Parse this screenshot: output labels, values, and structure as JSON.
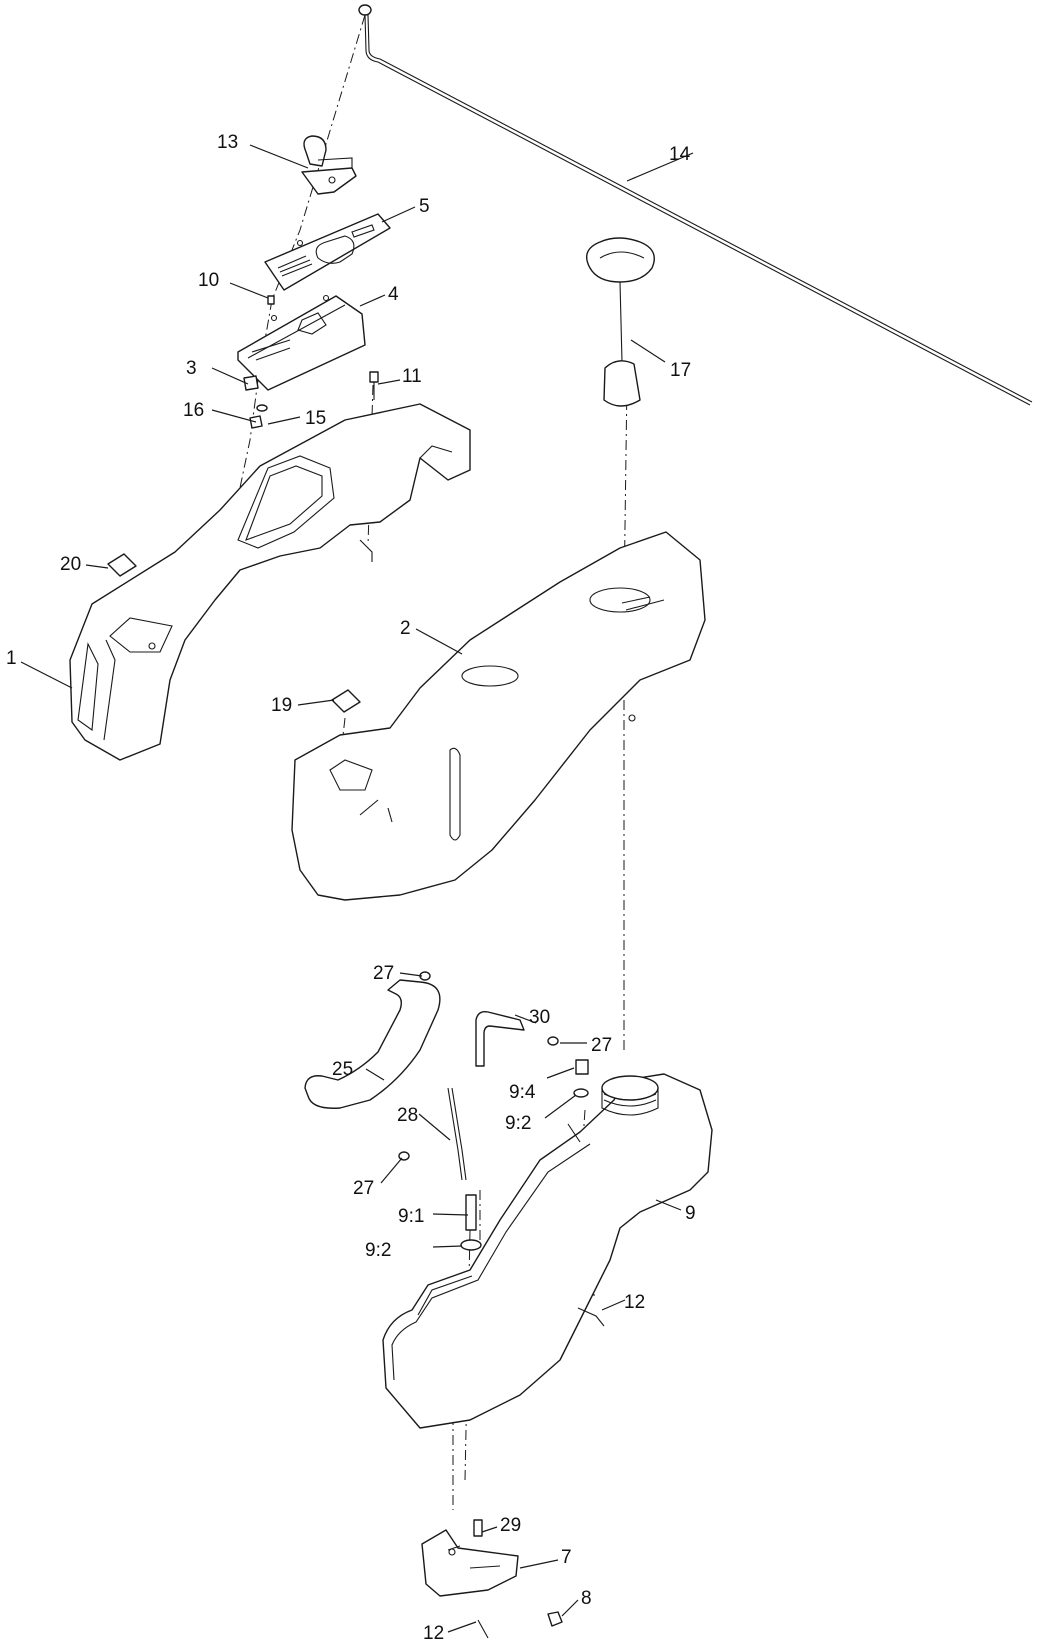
{
  "callouts": {
    "c1": "1",
    "c2": "2",
    "c3": "3",
    "c4": "4",
    "c5": "5",
    "c7": "7",
    "c8": "8",
    "c9": "9",
    "c9_1": "9:1",
    "c9_2a": "9:2",
    "c9_2b": "9:2",
    "c9_4": "9:4",
    "c10": "10",
    "c11": "11",
    "c12a": "12",
    "c12b": "12",
    "c13": "13",
    "c14": "14",
    "c15": "15",
    "c16": "16",
    "c17": "17",
    "c19": "19",
    "c20": "20",
    "c25": "25",
    "c27a": "27",
    "c27b": "27",
    "c27c": "27",
    "c28": "28",
    "c29": "29",
    "c30": "30"
  }
}
